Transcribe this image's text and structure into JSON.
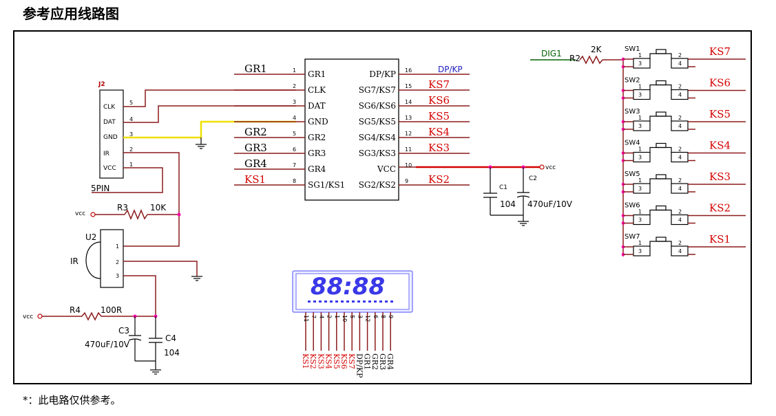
{
  "title": "参考应用线路图",
  "note": "*：此电路仅供参考。",
  "chip": {
    "left_pins": [
      {
        "num": "1",
        "name": "GR1"
      },
      {
        "num": "2",
        "name": "CLK"
      },
      {
        "num": "3",
        "name": "DAT"
      },
      {
        "num": "4",
        "name": "GND"
      },
      {
        "num": "5",
        "name": "GR2"
      },
      {
        "num": "6",
        "name": "GR3"
      },
      {
        "num": "7",
        "name": "GR4"
      },
      {
        "num": "8",
        "name": "SG1/KS1"
      }
    ],
    "right_pins": [
      {
        "num": "16",
        "name": "DP/KP"
      },
      {
        "num": "15",
        "name": "SG7/KS7"
      },
      {
        "num": "14",
        "name": "SG6/KS6"
      },
      {
        "num": "13",
        "name": "SG5/KS5"
      },
      {
        "num": "12",
        "name": "SG4/KS4"
      },
      {
        "num": "11",
        "name": "SG3/KS3"
      },
      {
        "num": "10",
        "name": "VCC"
      },
      {
        "num": "9",
        "name": "SG2/KS2"
      }
    ],
    "left_nets": [
      "GR1",
      "",
      "",
      "",
      "GR2",
      "GR3",
      "GR4",
      "KS1"
    ],
    "right_nets": [
      "DP/KP",
      "KS7",
      "KS6",
      "KS5",
      "KS4",
      "KS3",
      "",
      "KS2"
    ]
  },
  "j2": {
    "ref": "J2",
    "pins": [
      {
        "name": "CLK",
        "num": "5"
      },
      {
        "name": "DAT",
        "num": "4"
      },
      {
        "name": "GND",
        "num": "3"
      },
      {
        "name": "IR",
        "num": "2"
      },
      {
        "name": "VCC",
        "num": "1"
      }
    ],
    "footer": "5PIN"
  },
  "u2": {
    "ref": "U2",
    "label": "IR",
    "pins": [
      "1",
      "2",
      "3"
    ]
  },
  "r3": {
    "ref": "R3",
    "value": "10K",
    "vcc": "vcc"
  },
  "r4": {
    "ref": "R4",
    "value": "100R",
    "vcc": "vcc"
  },
  "c3": {
    "ref": "C3",
    "value": "470uF/10V"
  },
  "c4": {
    "ref": "C4",
    "value": "104"
  },
  "c1": {
    "ref": "C1",
    "value": "104"
  },
  "c2": {
    "ref": "C2",
    "value": "470uF/10V"
  },
  "vcc_label": "vcc",
  "r2": {
    "ref": "R2",
    "value": "2K",
    "net": "DIG1"
  },
  "switches": [
    {
      "ref": "SW1",
      "net": "KS7"
    },
    {
      "ref": "SW2",
      "net": "KS6"
    },
    {
      "ref": "SW3",
      "net": "KS5"
    },
    {
      "ref": "SW4",
      "net": "KS4"
    },
    {
      "ref": "SW5",
      "net": "KS3"
    },
    {
      "ref": "SW6",
      "net": "KS2"
    },
    {
      "ref": "SW7",
      "net": "KS1"
    }
  ],
  "sw_pins": {
    "p1": "1",
    "p2": "2",
    "p3": "3",
    "p4": "4"
  },
  "display": {
    "digits": "88:88",
    "pins": [
      "11",
      "7",
      "4",
      "2",
      "1",
      "10",
      "5",
      "3",
      "12",
      "6",
      "8",
      "9"
    ],
    "labels": [
      "KS1",
      "KS2",
      "KS3",
      "KS4",
      "KS5",
      "KS6",
      "KS7",
      "DP/KP",
      "GR1",
      "GR2",
      "GR3",
      "GR4"
    ]
  }
}
